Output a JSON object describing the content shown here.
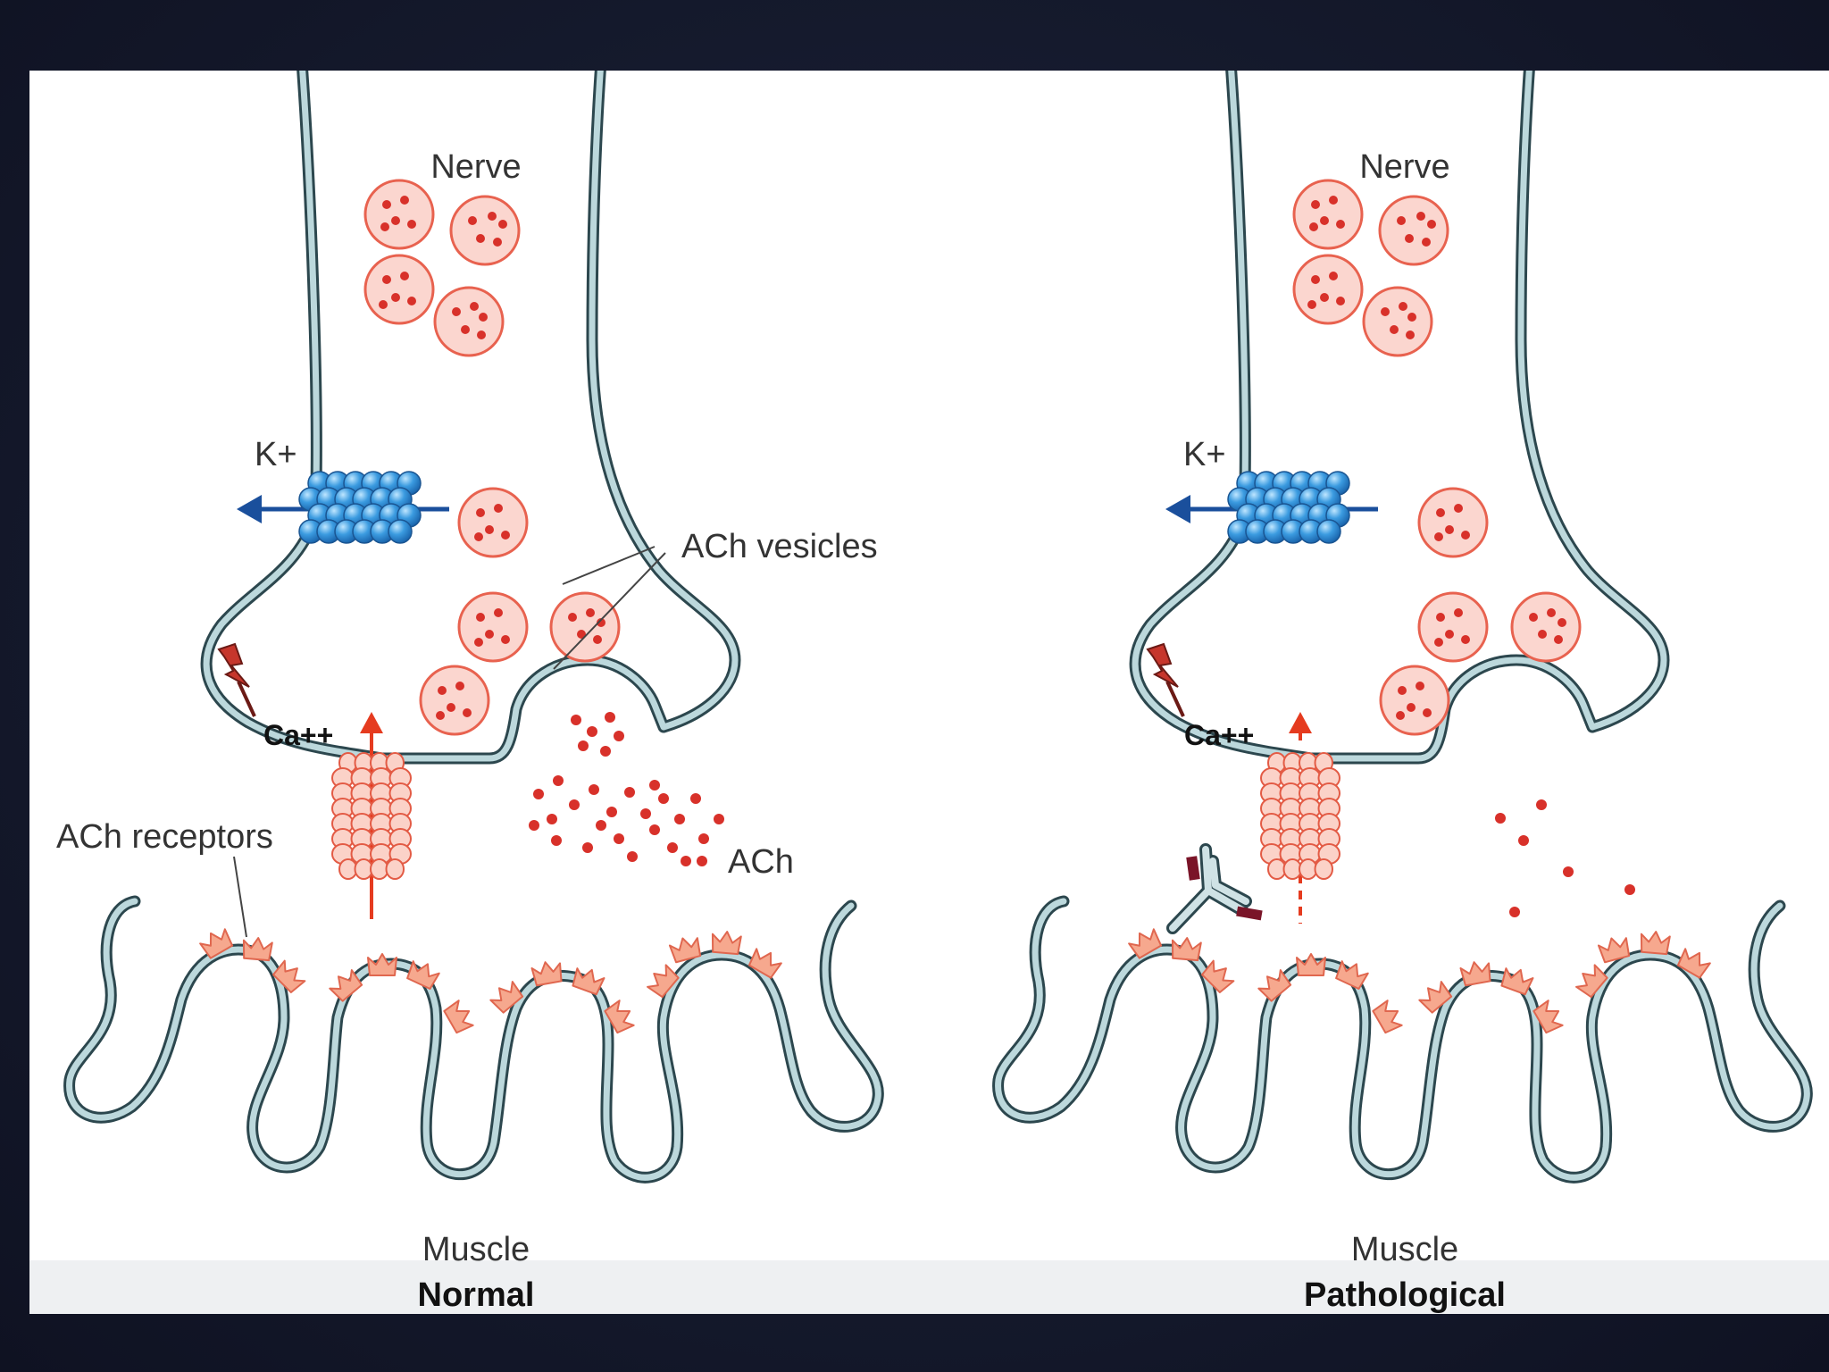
{
  "panels": [
    {
      "id": "normal",
      "nerve_label": "Nerve",
      "muscle_label": "Muscle",
      "caption": "Normal",
      "k_label": "K+",
      "ca_label": "Ca++",
      "vesicles_label": "ACh vesicles",
      "ach_label": "ACh",
      "receptors_label": "ACh receptors"
    },
    {
      "id": "pathological",
      "nerve_label": "Nerve",
      "muscle_label": "Muscle",
      "caption": "Pathological",
      "k_label": "K+",
      "ca_label": "Ca++"
    }
  ],
  "colors": {
    "membrane_outline": "#2c474e",
    "membrane_fill": "#bcd8dc",
    "vesicle_fill": "#fbd6cf",
    "vesicle_outline": "#e8624f",
    "ach_dot": "#d8312a",
    "k_channel": "#2f8fd8",
    "k_arrow": "#1a4f9c",
    "ca_channel": "#fbd2c8",
    "ca_arrow": "#e53b1f",
    "receptor": "#f6a88e",
    "antibody": "#cfe2e5",
    "antibody_marker": "#7a1428",
    "background_slide": "#ffffff",
    "background_outer": "#161a2c"
  },
  "icons": [
    "potassium-channel-icon",
    "calcium-channel-icon",
    "lightning-bolt-icon",
    "antibody-icon",
    "ach-receptor-icon"
  ]
}
